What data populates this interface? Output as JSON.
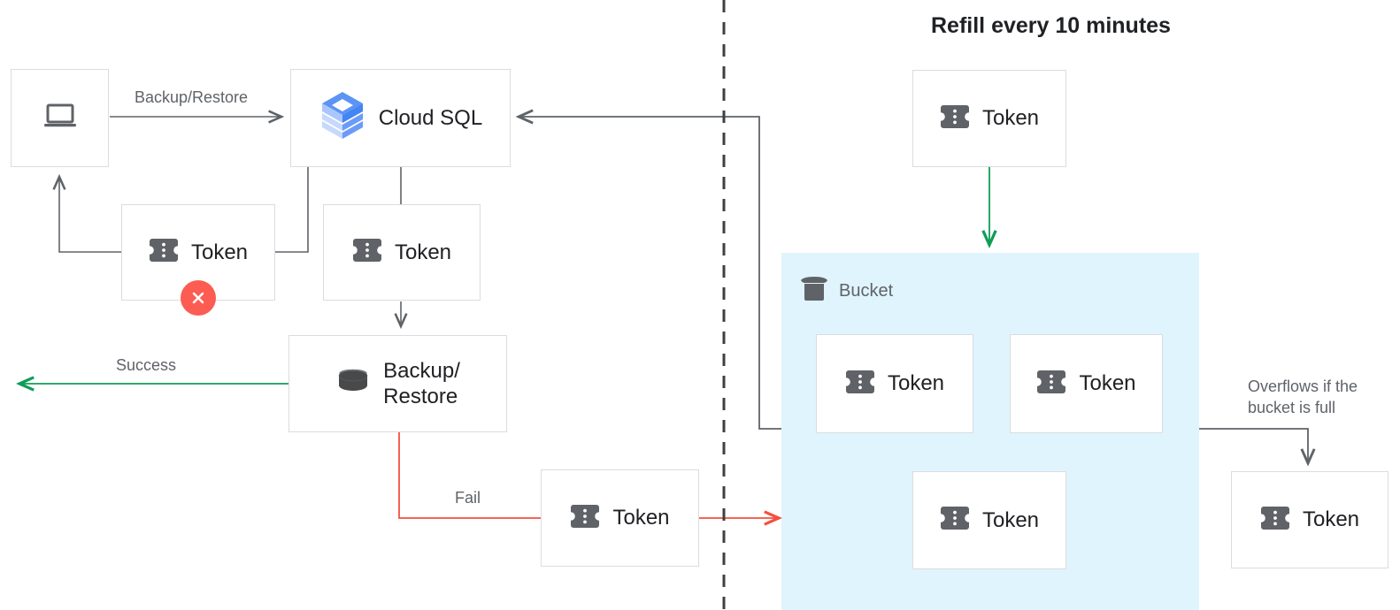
{
  "diagram": {
    "title": "Refill every 10 minutes",
    "colors": {
      "bucket_fill": "#e0f4fd",
      "success_green": "#0f9d58",
      "fail_red": "#f4513e",
      "error_badge": "#fc5c51",
      "line_gray": "#5f6368",
      "box_border": "#dadce0",
      "icon_gray": "#5f6368",
      "cloudsql_blue": "#4285f4"
    },
    "nodes": {
      "client": {
        "label": "",
        "icon": "laptop-icon"
      },
      "cloud_sql": {
        "label": "Cloud SQL",
        "icon": "cloud-sql-icon"
      },
      "token_client": {
        "label": "Token",
        "icon": "token-icon",
        "status": "error"
      },
      "token_sql": {
        "label": "Token",
        "icon": "token-icon"
      },
      "backup_restore": {
        "label": "Backup/\nRestore",
        "icon": "database-icon"
      },
      "token_fail": {
        "label": "Token",
        "icon": "token-icon"
      },
      "token_refill": {
        "label": "Token",
        "icon": "token-icon"
      },
      "token_bucket_1": {
        "label": "Token",
        "icon": "token-icon"
      },
      "token_bucket_2": {
        "label": "Token",
        "icon": "token-icon"
      },
      "token_bucket_3": {
        "label": "Token",
        "icon": "token-icon"
      },
      "token_overflow": {
        "label": "Token",
        "icon": "token-icon"
      }
    },
    "bucket": {
      "label": "Bucket",
      "icon": "bucket-icon"
    },
    "edge_labels": {
      "backup_restore": "Backup/Restore",
      "success": "Success",
      "fail": "Fail",
      "overflow": "Overflows if the\nbucket is full"
    },
    "badges": {
      "error": "error-x-icon"
    }
  }
}
